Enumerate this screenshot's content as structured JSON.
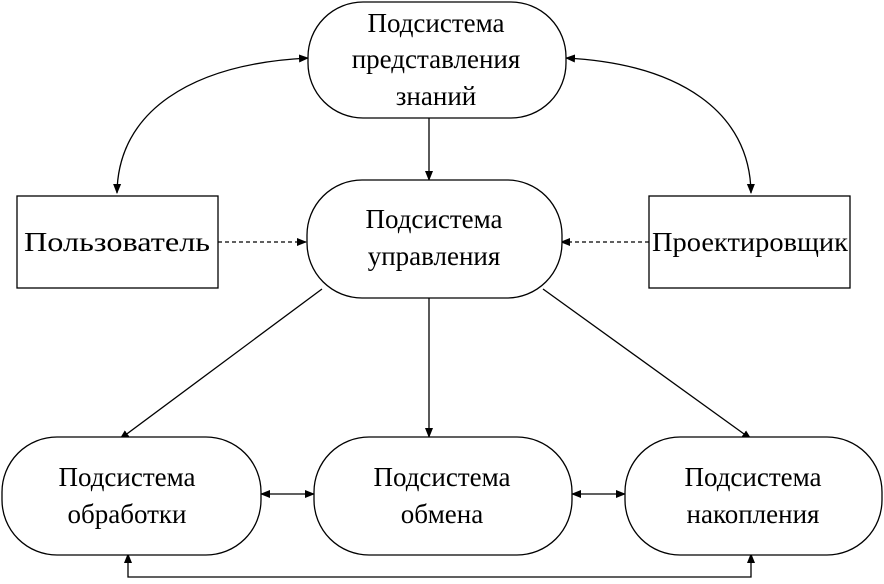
{
  "nodes": {
    "knowledge": {
      "lines": [
        "Подсистема",
        "представления",
        "знаний"
      ]
    },
    "control": {
      "lines": [
        "Подсистема",
        "управления"
      ]
    },
    "user": {
      "lines": [
        "Пользователь"
      ]
    },
    "designer": {
      "lines": [
        "Проектировщик"
      ]
    },
    "processing": {
      "lines": [
        "Подсистема",
        "обработки"
      ]
    },
    "exchange": {
      "lines": [
        "Подсистема",
        "обмена"
      ]
    },
    "storage": {
      "lines": [
        "Подсистема",
        "накопления"
      ]
    }
  },
  "colors": {
    "stroke": "#000000",
    "background": "#ffffff"
  }
}
